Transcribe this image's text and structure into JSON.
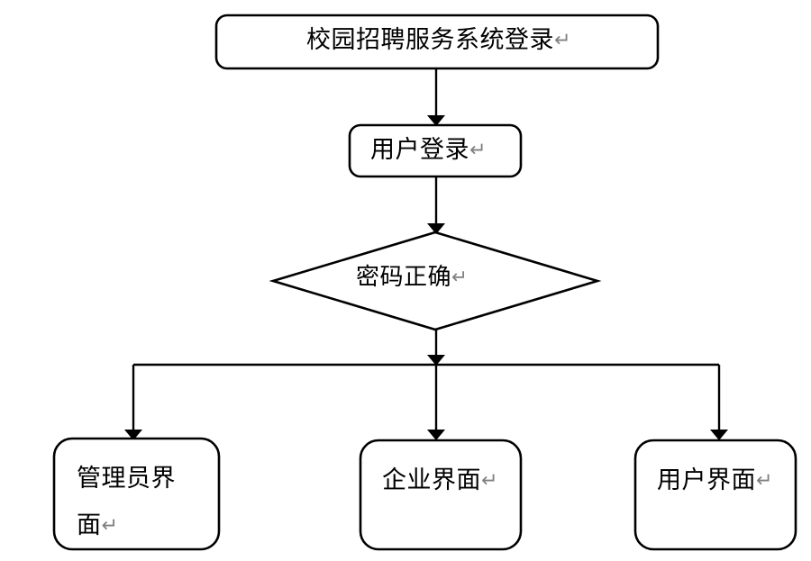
{
  "diagram": {
    "type": "flowchart",
    "title_text": "校园招聘服务系统登录",
    "return_mark": "↵",
    "stroke_color": "#000000",
    "fill_color": "#ffffff",
    "text_color": "#000000",
    "mark_color": "#808080",
    "nodes": [
      {
        "id": "root",
        "shape": "rounded-rect",
        "label": "校园招聘服务系统登录",
        "mark": "↵"
      },
      {
        "id": "login",
        "shape": "rounded-rect",
        "label": "用户登录",
        "mark": "↵"
      },
      {
        "id": "decision",
        "shape": "diamond",
        "label": "密码正确",
        "mark": "↵"
      },
      {
        "id": "admin",
        "shape": "rounded-rect",
        "label_line1": "管理员界",
        "label_line2": "面",
        "label": "管理员界面",
        "mark": "↵"
      },
      {
        "id": "company",
        "shape": "rounded-rect",
        "label": "企业界面",
        "mark": "↵"
      },
      {
        "id": "user",
        "shape": "rounded-rect",
        "label": "用户界面",
        "mark": "↵"
      }
    ],
    "edges": [
      {
        "from": "root",
        "to": "login",
        "style": "arrow-down"
      },
      {
        "from": "login",
        "to": "decision",
        "style": "arrow-down"
      },
      {
        "from": "decision",
        "to": "branch-bus",
        "style": "arrow-down"
      },
      {
        "from": "branch-bus",
        "to": "admin",
        "style": "arrow-down"
      },
      {
        "from": "branch-bus",
        "to": "company",
        "style": "arrow-down"
      },
      {
        "from": "branch-bus",
        "to": "user",
        "style": "arrow-down"
      }
    ]
  }
}
